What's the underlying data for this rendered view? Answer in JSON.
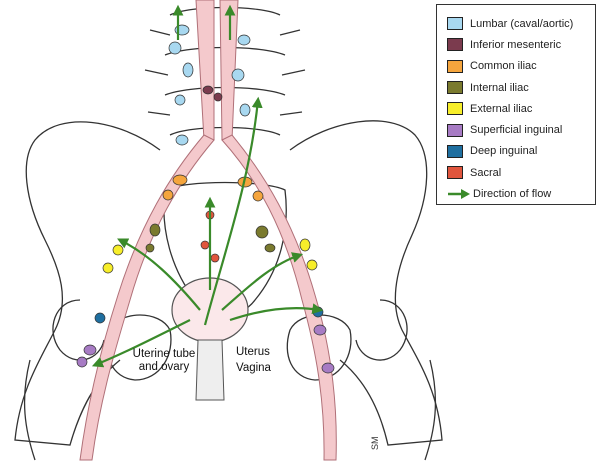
{
  "legend": {
    "items": [
      {
        "label": "Lumbar (caval/aortic)",
        "color": "#a8d8f0"
      },
      {
        "label": "Inferior mesenteric",
        "color": "#7b3b4e"
      },
      {
        "label": "Common iliac",
        "color": "#f5a53d"
      },
      {
        "label": "Internal iliac",
        "color": "#7a7a2e"
      },
      {
        "label": "External iliac",
        "color": "#f7ee2a"
      },
      {
        "label": "Superficial inguinal",
        "color": "#a77bc4"
      },
      {
        "label": "Deep inguinal",
        "color": "#1f6fa0"
      },
      {
        "label": "Sacral",
        "color": "#e0553d"
      }
    ],
    "flow_label": "Direction of flow",
    "flow_color": "#3a8a2a"
  },
  "labels": {
    "uterine_tube_line1": "Uterine tube",
    "uterine_tube_line2": "and ovary",
    "uterus": "Uterus",
    "vagina": "Vagina"
  },
  "signature": "SM"
}
